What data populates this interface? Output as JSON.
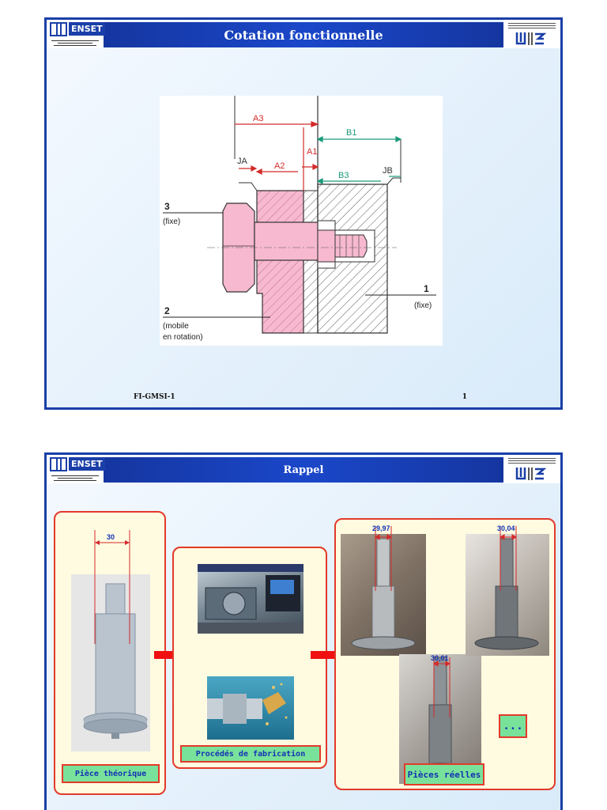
{
  "slide1": {
    "institution_abbr": "ENSET",
    "title": "Cotation fonctionnelle",
    "footer_left": "FI-GMSI-1",
    "footer_right": "1",
    "drawing": {
      "dimensions": [
        "A3",
        "B1",
        "A1",
        "JA",
        "A2",
        "B3",
        "JB"
      ],
      "part3_number": "3",
      "part3_desc": "(fixe)",
      "part2_number": "2",
      "part2_desc_line1": "(mobile",
      "part2_desc_line2": "en rotation)",
      "part1_number": "1",
      "part1_desc": "(fixe)"
    }
  },
  "slide2": {
    "institution_abbr": "ENSET",
    "title": "Rappel",
    "theoretical_dim": "30",
    "theoretical_caption": "Pièce théorique",
    "process_caption": "Procédés de fabrication",
    "real_dims": [
      "29,97",
      "30,01",
      "30,04"
    ],
    "ellipsis": "...",
    "real_caption": "Pièces réelles"
  },
  "colors": {
    "frame_blue": "#1a3fa8",
    "panel_border": "#e23a2a",
    "caption_green": "#79e29a",
    "caption_text": "#1432b4",
    "dimension_red": "#d42a2a",
    "dimension_green": "#1a9b7a",
    "part_pink": "#f7b9cf"
  }
}
